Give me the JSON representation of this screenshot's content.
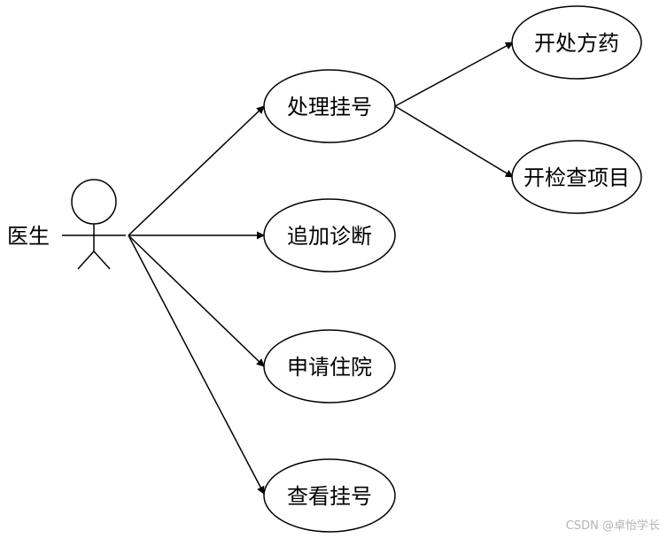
{
  "diagram": {
    "type": "use-case",
    "actor": {
      "label": "医生"
    },
    "use_cases": [
      {
        "id": "handle_registration",
        "label": "处理挂号"
      },
      {
        "id": "add_diagnosis",
        "label": "追加诊断"
      },
      {
        "id": "apply_hospitalization",
        "label": "申请住院"
      },
      {
        "id": "view_registration",
        "label": "查看挂号"
      },
      {
        "id": "prescribe",
        "label": "开处方药"
      },
      {
        "id": "order_exams",
        "label": "开检查项目"
      }
    ],
    "edges": [
      {
        "from": "actor",
        "to": "handle_registration"
      },
      {
        "from": "actor",
        "to": "add_diagnosis"
      },
      {
        "from": "actor",
        "to": "apply_hospitalization"
      },
      {
        "from": "actor",
        "to": "view_registration"
      },
      {
        "from": "handle_registration",
        "to": "prescribe"
      },
      {
        "from": "handle_registration",
        "to": "order_exams"
      }
    ]
  },
  "watermark": "CSDN @卓怡学长",
  "colors": {
    "line": "#000000",
    "background": "#ffffff",
    "watermark": "#b4b4b4"
  }
}
